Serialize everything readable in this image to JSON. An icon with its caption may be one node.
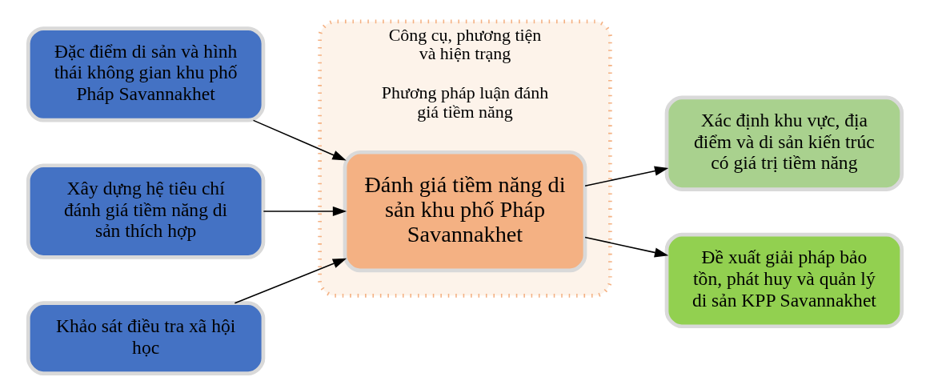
{
  "diagram": {
    "nodes": [
      {
        "text": [
          "Đặc điểm di sản và hình thái không gian khu phố Pháp Savannakhet"
        ]
      },
      {
        "text": [
          "Xây dựng hệ tiêu chí đánh giá tiềm năng di sản thích hợp"
        ]
      },
      {
        "text": [
          "Khảo sát điều tra xã hội học"
        ]
      },
      {
        "text": [
          "Công cụ, phương tiện và hiện trạng",
          "Phương pháp luận đánh giá tiềm năng"
        ]
      },
      {
        "text": [
          "Đánh giá tiềm năng di sản khu phố Pháp Savannakhet"
        ],
        "in": 3
      },
      {
        "text": [
          "Xác định khu vực, địa điểm và di sản kiến trúc có giá trị tiềm năng"
        ]
      },
      {
        "text": [
          "Đề xuất giải pháp bảo tồn, phát huy và quản lý di sản KPP Savannakhet"
        ]
      }
    ],
    "edges": [
      {
        "from": 0,
        "to": 4,
        "arrow": "to"
      },
      {
        "from": 1,
        "to": 4,
        "arrow": "to"
      },
      {
        "from": 2,
        "to": 4,
        "arrow": "to"
      },
      {
        "from": 4,
        "to": 5,
        "arrow": "to"
      },
      {
        "from": 4,
        "to": 6,
        "arrow": "to"
      }
    ]
  }
}
